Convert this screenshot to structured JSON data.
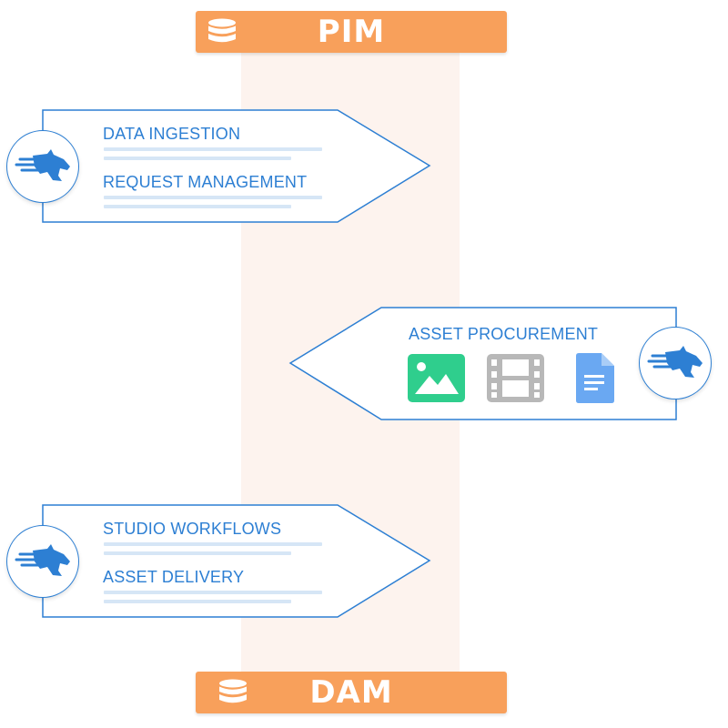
{
  "header": {
    "label": "PIM",
    "icon": "database-icon"
  },
  "footer": {
    "label": "DAM",
    "icon": "database-icon"
  },
  "colors": {
    "bar": "#f8a05b",
    "lane": "#fdf3ee",
    "accent": "#2d7fd3",
    "rule": "#d6e6f6",
    "image_icon": "#2fce8d",
    "video_icon": "#b8b8b8",
    "doc_icon": "#6aa8f2"
  },
  "cards": [
    {
      "direction": "right",
      "logo": "horse-head-logo",
      "items": [
        "DATA INGESTION",
        "REQUEST MANAGEMENT"
      ]
    },
    {
      "direction": "left",
      "logo": "horse-head-logo",
      "items": [
        "ASSET PROCUREMENT"
      ],
      "icons": [
        "image-icon",
        "film-icon",
        "document-icon"
      ]
    },
    {
      "direction": "right",
      "logo": "horse-head-logo",
      "items": [
        "STUDIO WORKFLOWS",
        "ASSET DELIVERY"
      ]
    }
  ]
}
